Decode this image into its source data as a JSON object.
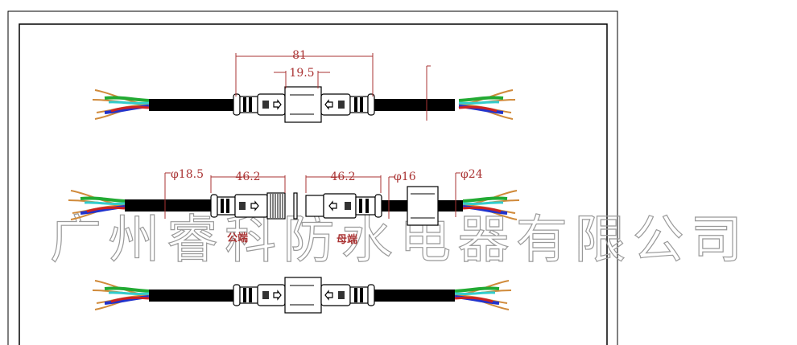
{
  "drawing": {
    "assembled_view": {
      "overall_length": "81",
      "coupling_length": "19.5"
    },
    "exploded_view": {
      "male_cable_diameter": "φ18.5",
      "male_length": "46.2",
      "female_length": "46.2",
      "female_cable_diameter": "φ16",
      "nut_diameter": "φ24",
      "male_label": "公端",
      "female_label": "母端"
    },
    "watermark": "广州睿科防水电器有限公司",
    "wire_colors": [
      "#d08a3a",
      "#22aa33",
      "#2233cc",
      "#cc2222",
      "#33cccc",
      "#dddd22"
    ]
  }
}
